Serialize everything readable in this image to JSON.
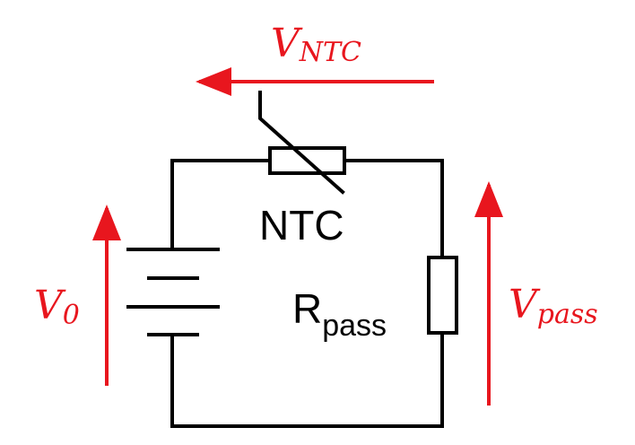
{
  "labels": {
    "v_ntc": {
      "main": "V",
      "sub": "NTC"
    },
    "v_0": {
      "main": "V",
      "sub": "0"
    },
    "v_pass": {
      "main": "V",
      "sub": "pass"
    },
    "ntc": "NTC",
    "r_pass": {
      "main": "R",
      "sub": "pass"
    }
  },
  "colors": {
    "arrow": "#e8161e",
    "wire": "#000000"
  }
}
